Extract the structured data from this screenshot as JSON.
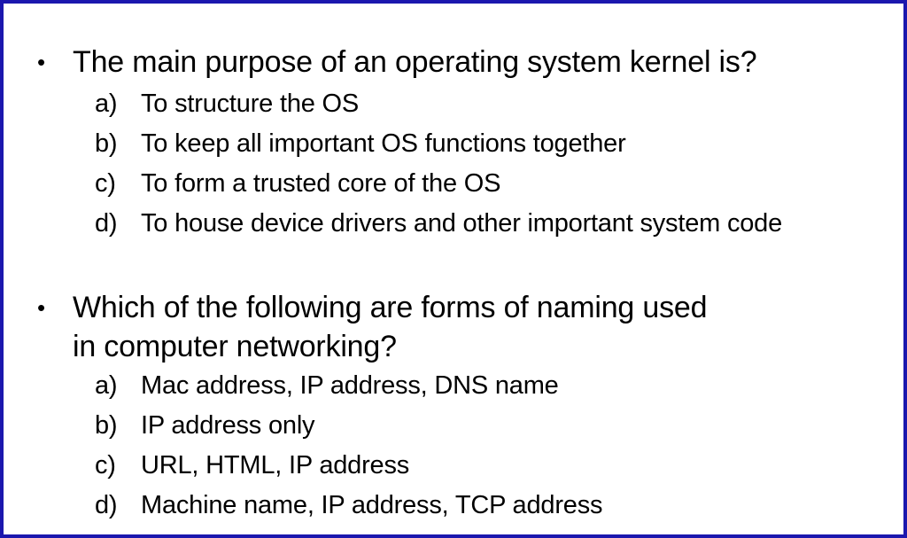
{
  "slide": {
    "background_color": "#FFFFFF",
    "border_color": "#1B17AE",
    "text_color": "#000000",
    "bullet_char": "•",
    "questions": [
      {
        "lines": [
          "The main purpose of an operating system kernel is?"
        ],
        "options": [
          {
            "letter": "a)",
            "text": "To structure the OS"
          },
          {
            "letter": "b)",
            "text": "To keep all important OS functions together"
          },
          {
            "letter": "c)",
            "text": "To form a trusted core of the OS"
          },
          {
            "letter": "d)",
            "text": "To house device drivers and other important system code"
          }
        ]
      },
      {
        "lines": [
          "Which of the following are forms of naming used",
          "in computer networking?"
        ],
        "options": [
          {
            "letter": "a)",
            "text": "Mac address, IP address, DNS name"
          },
          {
            "letter": "b)",
            "text": "IP address only"
          },
          {
            "letter": "c)",
            "text": "URL, HTML, IP address"
          },
          {
            "letter": "d)",
            "text": "Machine name, IP address, TCP address"
          }
        ]
      }
    ]
  }
}
